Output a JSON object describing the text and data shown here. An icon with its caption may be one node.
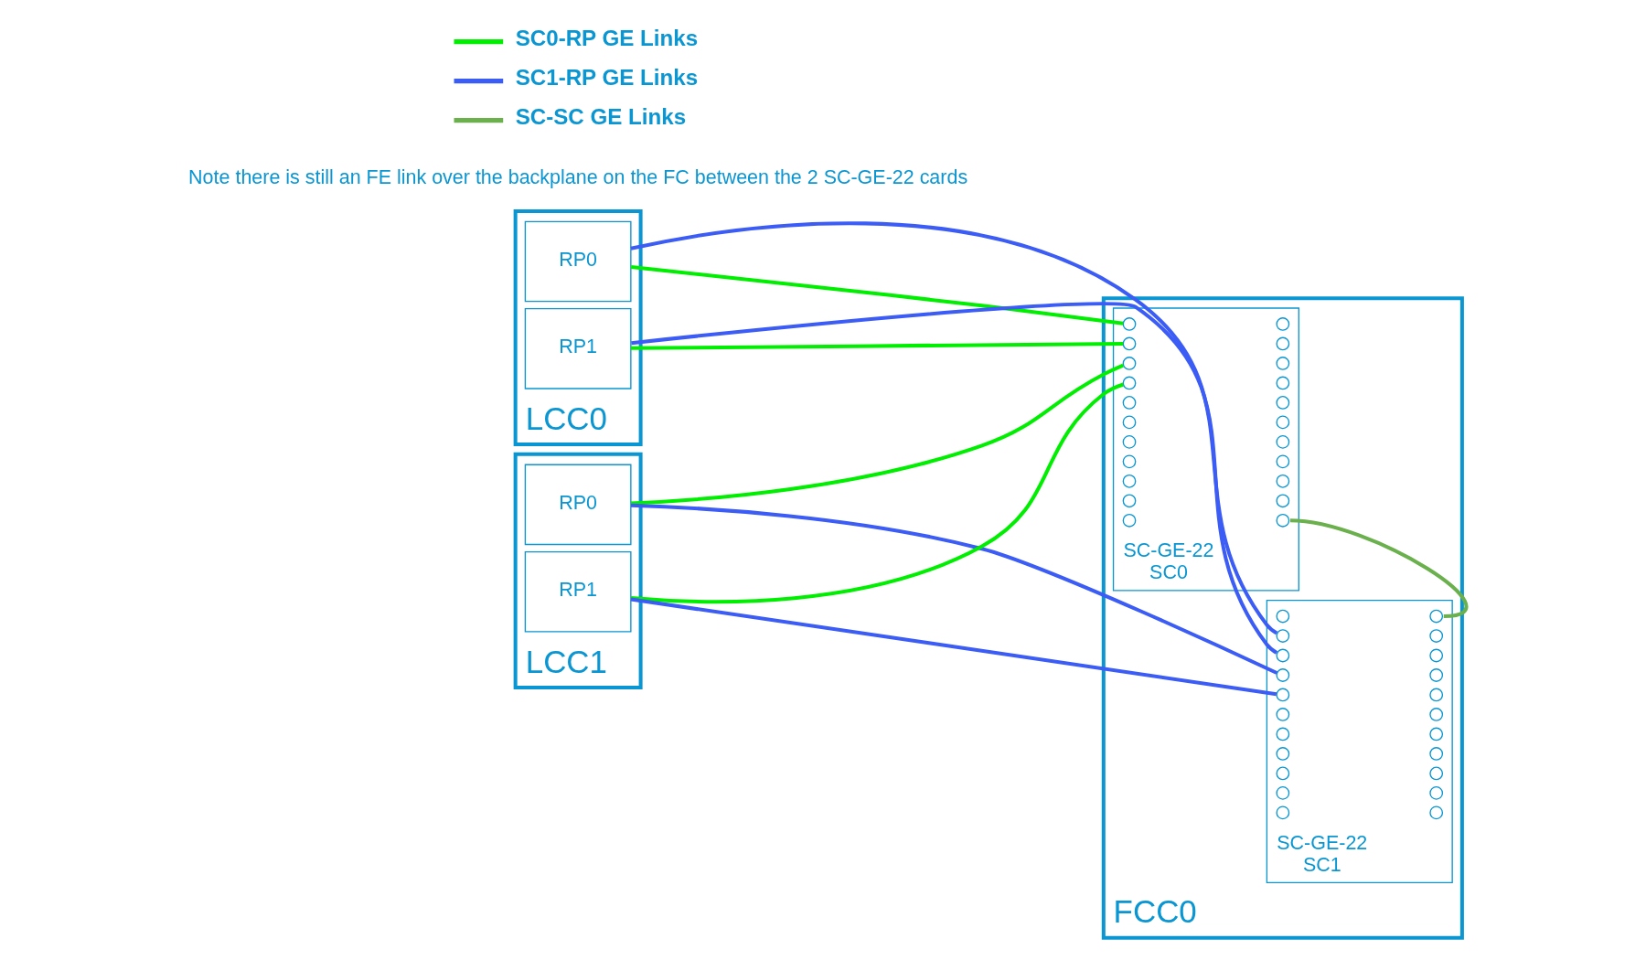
{
  "diagram": {
    "nodes": [
      {
        "text": [
          "LCC0"
        ]
      },
      {
        "text": [
          "RP0"
        ],
        "in": 0
      },
      {
        "text": [
          "RP1"
        ],
        "in": 0
      },
      {
        "text": [
          "LCC1"
        ]
      },
      {
        "text": [
          "RP0"
        ],
        "in": 3
      },
      {
        "text": [
          "RP1"
        ],
        "in": 3
      },
      {
        "text": [
          "FCC0"
        ]
      },
      {
        "text": [
          "SC-GE-22",
          "SC0"
        ],
        "in": 6
      },
      {
        "text": [],
        "shape": "circle",
        "in": 7
      },
      {
        "text": [],
        "shape": "circle",
        "in": 7
      },
      {
        "text": [],
        "shape": "circle",
        "in": 7
      },
      {
        "text": [],
        "shape": "circle",
        "in": 7
      },
      {
        "text": [],
        "shape": "circle",
        "in": 7
      },
      {
        "text": [],
        "shape": "circle",
        "in": 7
      },
      {
        "text": [],
        "shape": "circle",
        "in": 7
      },
      {
        "text": [],
        "shape": "circle",
        "in": 7
      },
      {
        "text": [],
        "shape": "circle",
        "in": 7
      },
      {
        "text": [],
        "shape": "circle",
        "in": 7
      },
      {
        "text": [],
        "shape": "circle",
        "in": 7
      },
      {
        "text": [],
        "shape": "circle",
        "in": 7
      },
      {
        "text": [],
        "shape": "circle",
        "in": 7
      },
      {
        "text": [],
        "shape": "circle",
        "in": 7
      },
      {
        "text": [],
        "shape": "circle",
        "in": 7
      },
      {
        "text": [],
        "shape": "circle",
        "in": 7
      },
      {
        "text": [],
        "shape": "circle",
        "in": 7
      },
      {
        "text": [],
        "shape": "circle",
        "in": 7
      },
      {
        "text": [],
        "shape": "circle",
        "in": 7
      },
      {
        "text": [],
        "shape": "circle",
        "in": 7
      },
      {
        "text": [],
        "shape": "circle",
        "in": 7
      },
      {
        "text": [],
        "shape": "circle",
        "in": 7
      },
      {
        "text": [
          "SC-GE-22",
          "SC1"
        ],
        "in": 6
      },
      {
        "text": [],
        "shape": "circle",
        "in": 30
      },
      {
        "text": [],
        "shape": "circle",
        "in": 30
      },
      {
        "text": [],
        "shape": "circle",
        "in": 30
      },
      {
        "text": [],
        "shape": "circle",
        "in": 30
      },
      {
        "text": [],
        "shape": "circle",
        "in": 30
      },
      {
        "text": [],
        "shape": "circle",
        "in": 30
      },
      {
        "text": [],
        "shape": "circle",
        "in": 30
      },
      {
        "text": [],
        "shape": "circle",
        "in": 30
      },
      {
        "text": [],
        "shape": "circle",
        "in": 30
      },
      {
        "text": [],
        "shape": "circle",
        "in": 30
      },
      {
        "text": [],
        "shape": "circle",
        "in": 30
      },
      {
        "text": [],
        "shape": "circle",
        "in": 30
      },
      {
        "text": [],
        "shape": "circle",
        "in": 30
      },
      {
        "text": [],
        "shape": "circle",
        "in": 30
      },
      {
        "text": [],
        "shape": "circle",
        "in": 30
      },
      {
        "text": [],
        "shape": "circle",
        "in": 30
      },
      {
        "text": [],
        "shape": "circle",
        "in": 30
      },
      {
        "text": [],
        "shape": "circle",
        "in": 30
      },
      {
        "text": [],
        "shape": "circle",
        "in": 30
      },
      {
        "text": [],
        "shape": "circle",
        "in": 30
      },
      {
        "text": [],
        "shape": "circle",
        "in": 30
      },
      {
        "text": [],
        "shape": "circle",
        "in": 30
      }
    ],
    "edges": [
      {
        "from": 1,
        "to": 8,
        "arrow": "none",
        "color": "#00ee00"
      },
      {
        "from": 2,
        "to": 10,
        "arrow": "none",
        "color": "#00ee00"
      },
      {
        "from": 4,
        "to": 12,
        "arrow": "none",
        "color": "#00ee00"
      },
      {
        "from": 5,
        "to": 14,
        "arrow": "none",
        "color": "#00ee00"
      },
      {
        "from": 1,
        "to": 31,
        "arrow": "none",
        "color": "#3b5cf5"
      },
      {
        "from": 2,
        "to": 33,
        "arrow": "none",
        "color": "#3b5cf5"
      },
      {
        "from": 4,
        "to": 35,
        "arrow": "none",
        "color": "#3b5cf5"
      },
      {
        "from": 5,
        "to": 37,
        "arrow": "none",
        "color": "#3b5cf5"
      },
      {
        "from": 29,
        "to": 52,
        "arrow": "none",
        "color": "#6ab04c"
      }
    ],
    "labels": [
      "Note there is still an FE link over the backplane on the FC between the 2 SC-GE-22 cards"
    ],
    "legend": [
      {
        "text": "SC0-RP GE Links"
      },
      {
        "text": "SC1-RP GE Links"
      },
      {
        "text": "SC-SC GE Links"
      }
    ]
  }
}
